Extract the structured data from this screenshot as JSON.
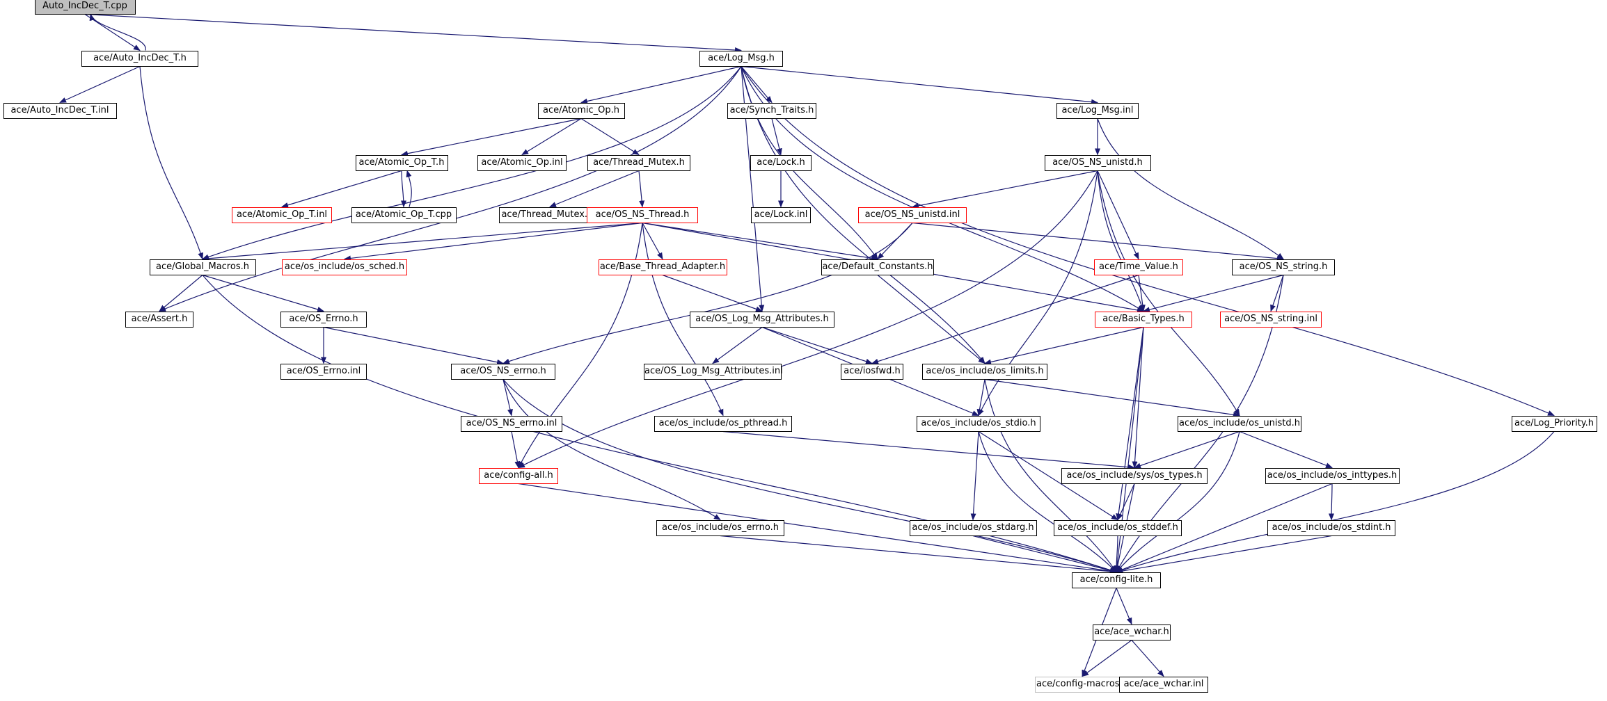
{
  "graph": {
    "edge_color": "#191970",
    "nodes": [
      {
        "id": "root",
        "label": "Auto_IncDec_T.cpp",
        "style": "root"
      },
      {
        "id": "autoh",
        "label": "ace/Auto_IncDec_T.h",
        "style": "normal"
      },
      {
        "id": "autoinl",
        "label": "ace/Auto_IncDec_T.inl",
        "style": "normal"
      },
      {
        "id": "logmsg",
        "label": "ace/Log_Msg.h",
        "style": "normal"
      },
      {
        "id": "atomicop",
        "label": "ace/Atomic_Op.h",
        "style": "normal"
      },
      {
        "id": "synch",
        "label": "ace/Synch_Traits.h",
        "style": "normal"
      },
      {
        "id": "logmsginl",
        "label": "ace/Log_Msg.inl",
        "style": "normal"
      },
      {
        "id": "atomicopt",
        "label": "ace/Atomic_Op_T.h",
        "style": "normal"
      },
      {
        "id": "atomicopinl",
        "label": "ace/Atomic_Op.inl",
        "style": "normal"
      },
      {
        "id": "threadmutex",
        "label": "ace/Thread_Mutex.h",
        "style": "normal"
      },
      {
        "id": "lockh",
        "label": "ace/Lock.h",
        "style": "normal"
      },
      {
        "id": "osnsunistd",
        "label": "ace/OS_NS_unistd.h",
        "style": "normal"
      },
      {
        "id": "atomicoptinl",
        "label": "ace/Atomic_Op_T.inl",
        "style": "red"
      },
      {
        "id": "atomicoptcpp",
        "label": "ace/Atomic_Op_T.cpp",
        "style": "normal"
      },
      {
        "id": "threadmutexinl",
        "label": "ace/Thread_Mutex.inl",
        "style": "normal"
      },
      {
        "id": "osnsthread",
        "label": "ace/OS_NS_Thread.h",
        "style": "red"
      },
      {
        "id": "lockinl",
        "label": "ace/Lock.inl",
        "style": "normal"
      },
      {
        "id": "osnsunistdinl",
        "label": "ace/OS_NS_unistd.inl",
        "style": "red"
      },
      {
        "id": "globalmacros",
        "label": "ace/Global_Macros.h",
        "style": "normal"
      },
      {
        "id": "ossched",
        "label": "ace/os_include/os_sched.h",
        "style": "red"
      },
      {
        "id": "basethread",
        "label": "ace/Base_Thread_Adapter.h",
        "style": "red"
      },
      {
        "id": "defconst",
        "label": "ace/Default_Constants.h",
        "style": "normal"
      },
      {
        "id": "timevalue",
        "label": "ace/Time_Value.h",
        "style": "red"
      },
      {
        "id": "osnsstring",
        "label": "ace/OS_NS_string.h",
        "style": "normal"
      },
      {
        "id": "asserth",
        "label": "ace/Assert.h",
        "style": "normal"
      },
      {
        "id": "oserrno",
        "label": "ace/OS_Errno.h",
        "style": "normal"
      },
      {
        "id": "oslogmsgattr",
        "label": "ace/OS_Log_Msg_Attributes.h",
        "style": "normal"
      },
      {
        "id": "basictypes",
        "label": "ace/Basic_Types.h",
        "style": "red"
      },
      {
        "id": "osnsstringinl",
        "label": "ace/OS_NS_string.inl",
        "style": "red"
      },
      {
        "id": "oserrnoinl",
        "label": "ace/OS_Errno.inl",
        "style": "normal"
      },
      {
        "id": "osnserrno",
        "label": "ace/OS_NS_errno.h",
        "style": "normal"
      },
      {
        "id": "oslogmsgattrinl",
        "label": "ace/OS_Log_Msg_Attributes.inl",
        "style": "normal"
      },
      {
        "id": "iosfwd",
        "label": "ace/iosfwd.h",
        "style": "normal"
      },
      {
        "id": "oslimits",
        "label": "ace/os_include/os_limits.h",
        "style": "normal"
      },
      {
        "id": "osnserrnoinl",
        "label": "ace/OS_NS_errno.inl",
        "style": "normal"
      },
      {
        "id": "ospthread",
        "label": "ace/os_include/os_pthread.h",
        "style": "normal"
      },
      {
        "id": "osstdio",
        "label": "ace/os_include/os_stdio.h",
        "style": "normal"
      },
      {
        "id": "osunistd",
        "label": "ace/os_include/os_unistd.h",
        "style": "normal"
      },
      {
        "id": "logpriority",
        "label": "ace/Log_Priority.h",
        "style": "normal"
      },
      {
        "id": "configall",
        "label": "ace/config-all.h",
        "style": "red"
      },
      {
        "id": "systypes",
        "label": "ace/os_include/sys/os_types.h",
        "style": "normal"
      },
      {
        "id": "osinttypes",
        "label": "ace/os_include/os_inttypes.h",
        "style": "normal"
      },
      {
        "id": "oserrnoh",
        "label": "ace/os_include/os_errno.h",
        "style": "normal"
      },
      {
        "id": "osstdarg",
        "label": "ace/os_include/os_stdarg.h",
        "style": "normal"
      },
      {
        "id": "osstddef",
        "label": "ace/os_include/os_stddef.h",
        "style": "normal"
      },
      {
        "id": "osstdint",
        "label": "ace/os_include/os_stdint.h",
        "style": "normal"
      },
      {
        "id": "configlite",
        "label": "ace/config-lite.h",
        "style": "normal"
      },
      {
        "id": "acewchar",
        "label": "ace/ace_wchar.h",
        "style": "normal"
      },
      {
        "id": "configmacros",
        "label": "ace/config-macros.h",
        "style": "gray"
      },
      {
        "id": "acewcharinl",
        "label": "ace/ace_wchar.inl",
        "style": "normal"
      }
    ]
  }
}
